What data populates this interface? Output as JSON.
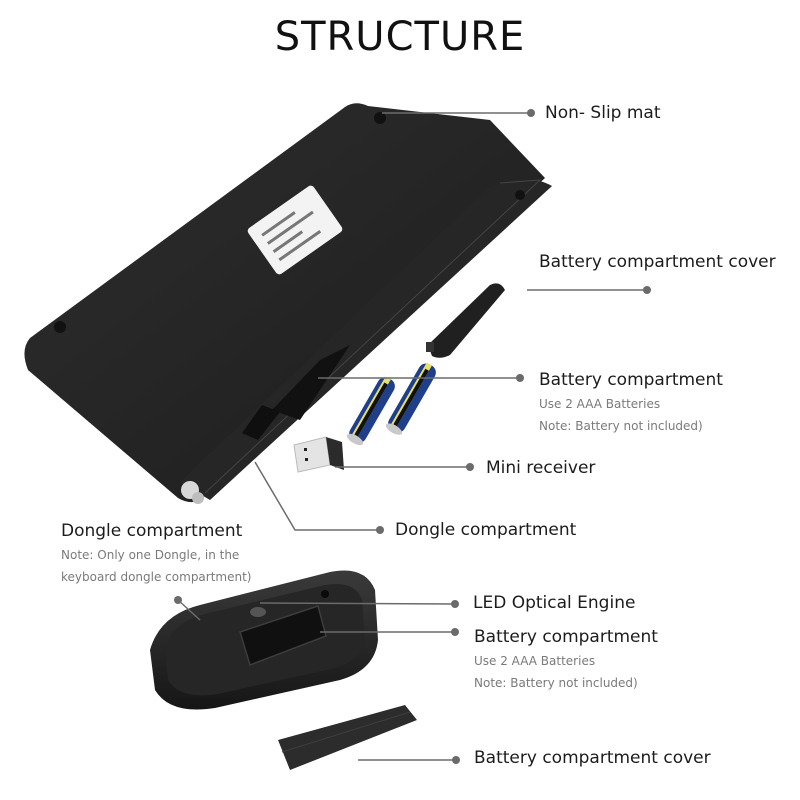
{
  "title": "STRUCTURE",
  "callouts": {
    "non_slip_mat": {
      "label": "Non- Slip mat"
    },
    "kb_battery_cover": {
      "label": "Battery compartment cover"
    },
    "kb_battery_compartment": {
      "label": "Battery compartment",
      "note1": "Use 2 AAA Batteries",
      "note2": "Note: Battery not included)"
    },
    "mini_receiver": {
      "label": "Mini receiver"
    },
    "kb_dongle_compartment": {
      "label": "Dongle compartment"
    },
    "mouse_dongle_compartment": {
      "label": "Dongle compartment",
      "note1": "Note: Only one Dongle, in the",
      "note2": "keyboard dongle compartment)"
    },
    "led_optical_engine": {
      "label": "LED Optical Engine"
    },
    "mouse_battery_compartment": {
      "label": "Battery compartment",
      "note1": "Use 2 AAA Batteries",
      "note2": "Note: Battery not included)"
    },
    "mouse_battery_cover": {
      "label": "Battery compartment cover"
    }
  },
  "colors": {
    "background": "#ffffff",
    "device": "#2a2a2a",
    "leader_line": "#6b6b6b",
    "note_text": "#7a7a7a"
  }
}
